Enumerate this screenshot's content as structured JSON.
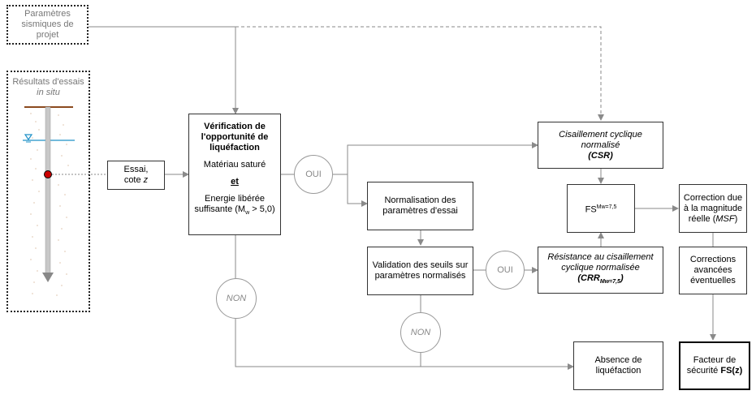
{
  "seismic_params": {
    "line1": "Paramètres",
    "line2": "sismiques de",
    "line3": "projet"
  },
  "insitu": {
    "line1": "Résultats d'essais",
    "line2": "in situ"
  },
  "essai": {
    "line1": "Essai,",
    "line2_prefix": "cote ",
    "line2_var": "z"
  },
  "verification": {
    "title": "Vérification de l'opportunité de liquéfaction",
    "cond1": "Matériau saturé",
    "and": "et",
    "cond2": "Energie libérée suffisante (M",
    "cond2_sub": "w",
    "cond2_end": " > 5,0)"
  },
  "oui1": "OUI",
  "oui2": "OUI",
  "non1": "NON",
  "non2": "NON",
  "csr": {
    "line1": "Cisaillement cyclique normalisé",
    "line2": "(CSR)"
  },
  "normalisation": "Normalisation des paramètres d'essai",
  "validation": "Validation des seuils sur paramètres normalisés",
  "fs": {
    "label": "FS",
    "sup": "Mw=7,5"
  },
  "crr": {
    "line1": "Résistance au cisaillement cyclique normalisée",
    "line2": "(CRR",
    "sub": "Mw=7,5",
    "end": ")"
  },
  "correction": {
    "line1": "Correction due à la magnitude réelle (",
    "msf": "MSF",
    "end": ")"
  },
  "corrections_avancees": "Corrections avancées éventuelles",
  "absence": "Absence de liquéfaction",
  "facteur": {
    "line1": "Facteur de",
    "line2": "sécurité ",
    "fsz": "FS(z)"
  },
  "colors": {
    "water": "#1e90c8",
    "ground": "#8b4a1e",
    "point": "#cc0000",
    "line": "#8a8a8a"
  }
}
